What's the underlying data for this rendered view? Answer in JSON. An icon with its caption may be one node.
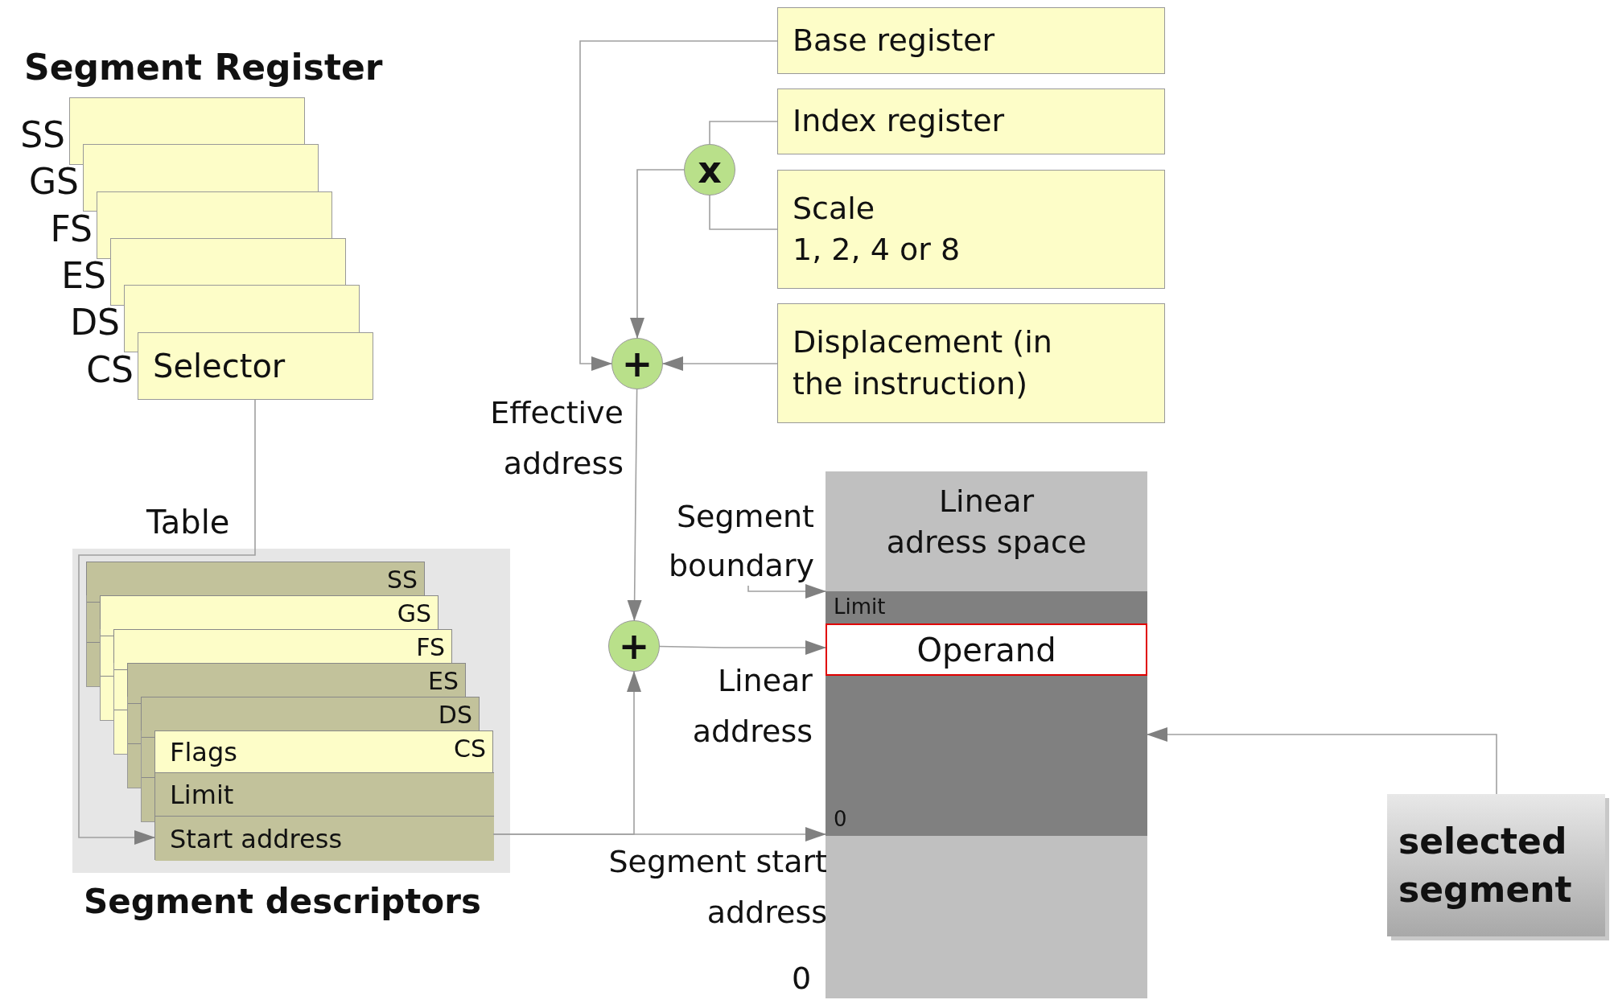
{
  "diagram": {
    "nodes": [
      {
        "text": [],
        "shape": "box",
        "beside": [
          "SS"
        ]
      },
      {
        "text": [],
        "shape": "box",
        "beside": [
          "GS"
        ]
      },
      {
        "text": [],
        "shape": "box",
        "beside": [
          "FS"
        ]
      },
      {
        "text": [],
        "shape": "box",
        "beside": [
          "ES"
        ]
      },
      {
        "text": [],
        "shape": "box",
        "beside": [
          "DS"
        ]
      },
      {
        "text": [
          "Selector"
        ],
        "beside": [
          "CS"
        ]
      },
      {
        "text": [
          "Table"
        ],
        "beside": [
          "Segment descriptors"
        ]
      },
      {
        "text": [
          "SS"
        ],
        "in": 6
      },
      {
        "text": [
          "GS"
        ],
        "in": 6
      },
      {
        "text": [
          "FS"
        ],
        "in": 6
      },
      {
        "text": [
          "ES"
        ],
        "in": 6
      },
      {
        "text": [
          "DS"
        ],
        "in": 6
      },
      {
        "text": [
          "CS"
        ],
        "in": 6
      },
      {
        "text": [
          "Flags"
        ],
        "in": 12
      },
      {
        "text": [
          "Limit"
        ],
        "in": 12
      },
      {
        "text": [
          "Start address"
        ],
        "in": 12
      },
      {
        "text": [
          "Base register"
        ]
      },
      {
        "text": [
          "Index register"
        ]
      },
      {
        "text": [
          "Scale",
          "1, 2, 4 or 8"
        ]
      },
      {
        "text": [
          "Displacement (in the instruction)"
        ]
      },
      {
        "text": [
          "x"
        ]
      },
      {
        "text": [
          "+"
        ]
      },
      {
        "text": [
          "+"
        ]
      },
      {
        "text": [
          "Linear adress space"
        ]
      },
      {
        "text": [
          "Limit",
          "0"
        ],
        "in": 23
      },
      {
        "text": [
          "Operand"
        ],
        "in": 24
      },
      {
        "text": [
          "Segment boundary"
        ]
      },
      {
        "text": [
          "selected segment"
        ]
      }
    ],
    "edges": [
      {
        "from": 5,
        "to": 15,
        "arrow": "to"
      },
      {
        "from": 16,
        "to": 21,
        "arrow": "to"
      },
      {
        "from": 17,
        "to": 20,
        "arrow": "none"
      },
      {
        "from": 18,
        "to": 20,
        "arrow": "none"
      },
      {
        "from": 20,
        "to": 21,
        "arrow": "to"
      },
      {
        "from": 19,
        "to": 21,
        "arrow": "to"
      },
      {
        "from": 21,
        "to": 22,
        "arrow": "to",
        "label": "Effective address"
      },
      {
        "from": 15,
        "to": 22,
        "arrow": "to"
      },
      {
        "from": 15,
        "to": 24,
        "arrow": "to",
        "label": "Segment start address"
      },
      {
        "from": 22,
        "to": 25,
        "arrow": "to",
        "label": "Linear address"
      },
      {
        "from": 26,
        "to": 24,
        "arrow": "to"
      },
      {
        "from": 27,
        "to": 24,
        "arrow": "to"
      }
    ],
    "labels": [
      "Segment Register",
      "0"
    ]
  }
}
